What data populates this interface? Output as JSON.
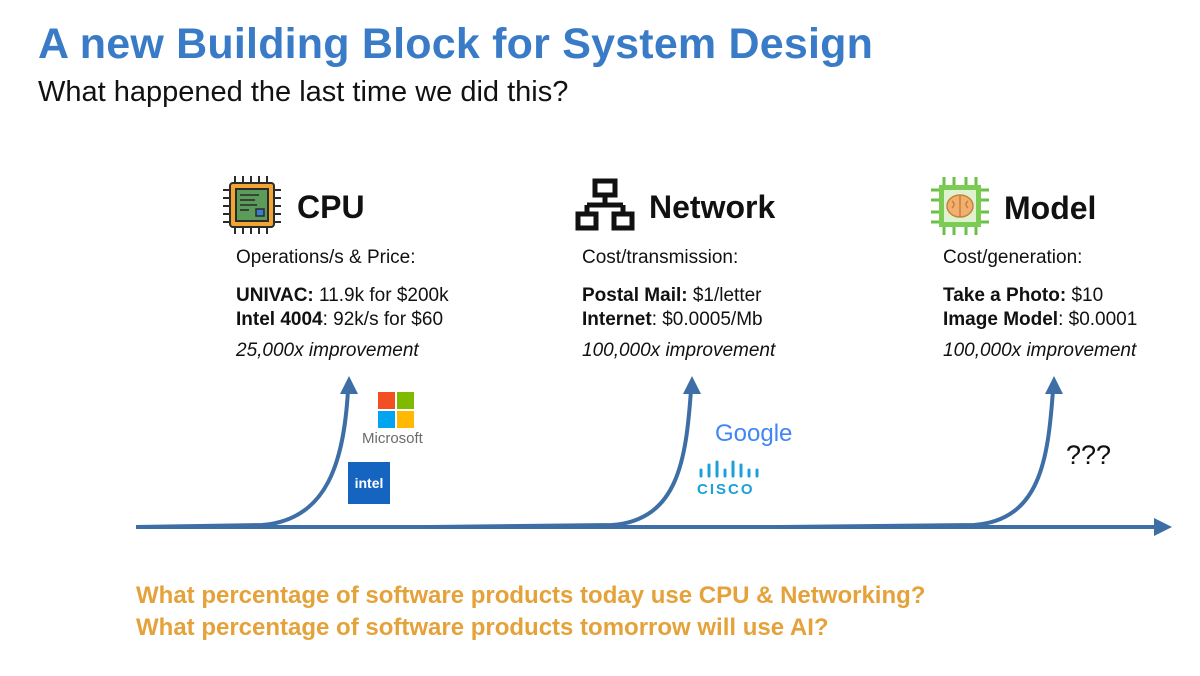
{
  "slide": {
    "title": "A new Building Block for System Design",
    "subtitle": "What happened the last time we did this?"
  },
  "columns": [
    {
      "heading": "CPU",
      "icon": "cpu-chip-icon",
      "metric": "Operations/s & Price:",
      "rows": [
        {
          "label": "UNIVAC:",
          "value": " 11.9k for $200k"
        },
        {
          "label": "Intel 4004",
          "value": ": 92k/s for $60"
        }
      ],
      "improvement": "25,000x improvement"
    },
    {
      "heading": "Network",
      "icon": "network-topology-icon",
      "metric": "Cost/transmission:",
      "rows": [
        {
          "label": "Postal Mail:",
          "value": " $1/letter"
        },
        {
          "label": "Internet",
          "value": ": $0.0005/Mb"
        }
      ],
      "improvement": "100,000x improvement"
    },
    {
      "heading": "Model",
      "icon": "ai-brain-chip-icon",
      "metric": "Cost/generation:",
      "rows": [
        {
          "label": "Take a Photo:",
          "value": " $10"
        },
        {
          "label": "Image Model",
          "value": ": $0.0001"
        }
      ],
      "improvement": "100,000x improvement"
    }
  ],
  "logos": {
    "microsoft": "Microsoft",
    "intel": "intel",
    "google": "Google",
    "cisco": "CISCO",
    "unknown": "???"
  },
  "questions": [
    "What percentage of software products today use CPU & Networking?",
    "What percentage of software products tomorrow will use AI?"
  ],
  "colors": {
    "title": "#3a7bc8",
    "timeline": "#3d6ea5",
    "questions": "#e5a23a"
  }
}
